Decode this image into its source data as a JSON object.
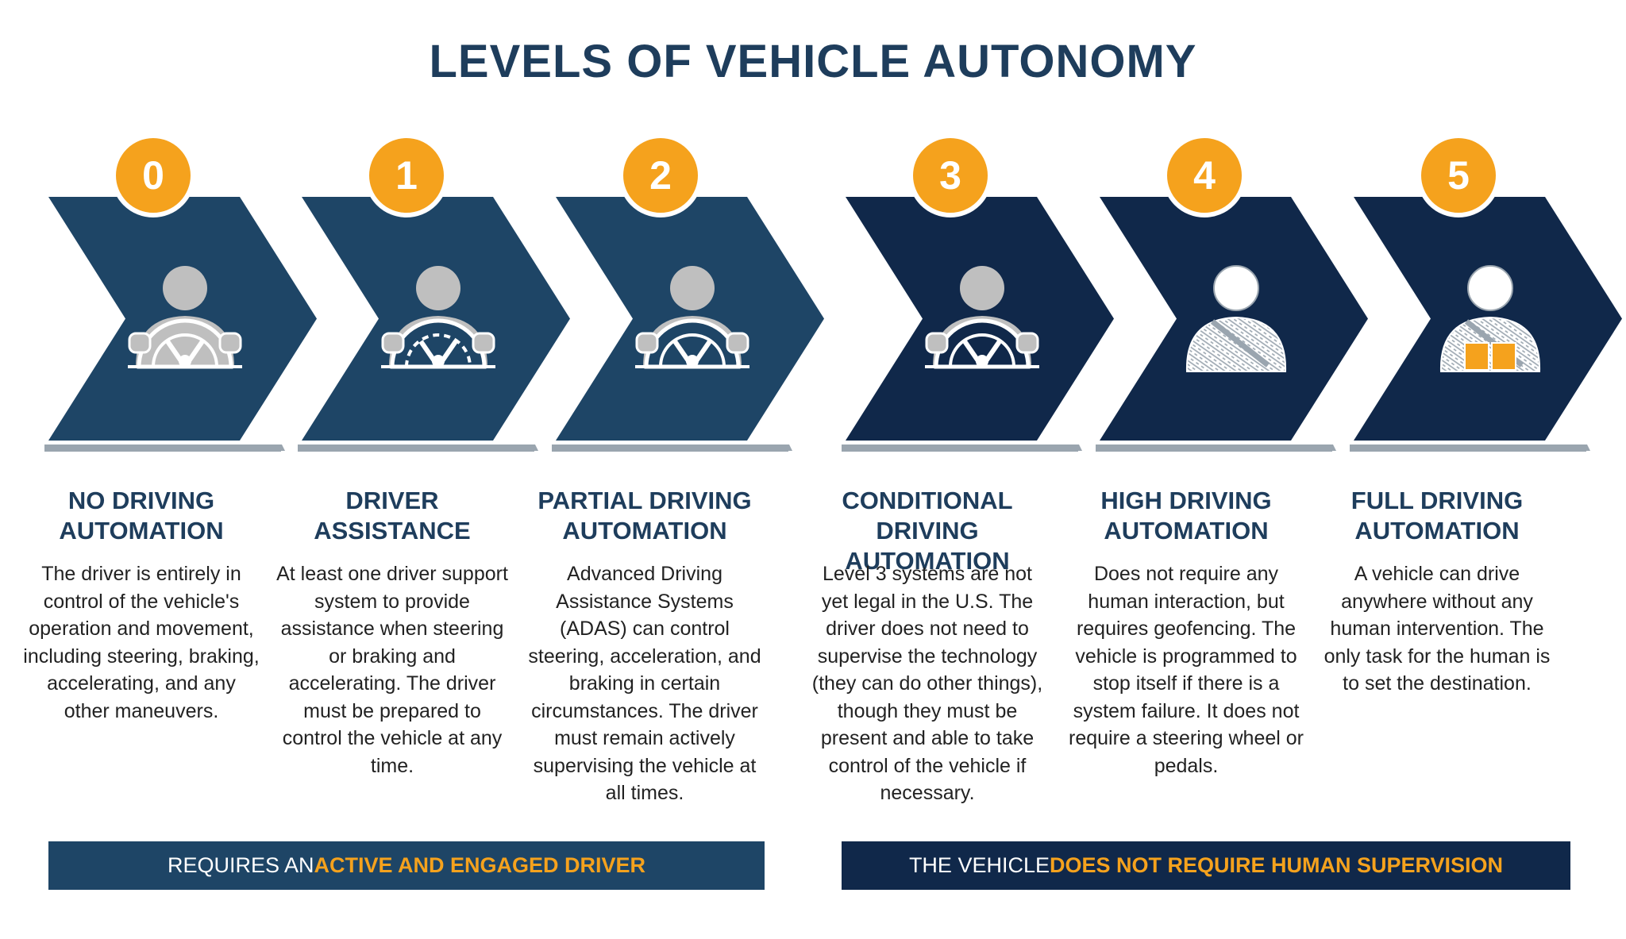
{
  "title": "LEVELS OF VEHICLE AUTONOMY",
  "colors": {
    "light_navy": "#1e4566",
    "dark_navy": "#10284a",
    "orange": "#f5a21d",
    "shadow_gray": "#9aa5af",
    "figure_gray": "#bfbfbf"
  },
  "levels": [
    {
      "number": "0",
      "name": "NO DRIVING\nAUTOMATION",
      "icon": "driver-both-hands-wheel-icon",
      "description": "The driver is entirely in control of the vehicle's operation and movement, including steering, braking, accelerating, and any other maneuvers."
    },
    {
      "number": "1",
      "name": "DRIVER\nASSISTANCE",
      "icon": "driver-wheel-assist-icon",
      "description": "At least one driver support system to provide assistance when steering or braking and accelerating. The driver must be prepared to control the vehicle at any time."
    },
    {
      "number": "2",
      "name": "PARTIAL DRIVING\nAUTOMATION",
      "icon": "driver-wheel-partial-icon",
      "description": "Advanced Driving Assistance Systems (ADAS) can control steering, acceleration, and braking in certain circumstances. The driver must remain actively supervising the vehicle at all times."
    },
    {
      "number": "3",
      "name": "CONDITIONAL\nDRIVING AUTOMATION",
      "icon": "driver-wheel-conditional-icon",
      "description": "Level 3 systems are not yet legal in the U.S. The driver does not need to supervise the technology (they can do other things), though they must be present and able to take control of the vehicle if necessary."
    },
    {
      "number": "4",
      "name": "HIGH DRIVING\nAUTOMATION",
      "icon": "passenger-seatbelt-icon",
      "description": "Does not require any human interaction, but requires geofencing. The vehicle is programmed to stop itself if there is a system failure. It does not require a steering wheel or pedals."
    },
    {
      "number": "5",
      "name": "FULL DRIVING\nAUTOMATION",
      "icon": "passenger-reading-book-icon",
      "description": "A vehicle can drive anywhere without any human intervention. The only task for the human is to set the destination."
    }
  ],
  "banners": [
    {
      "prefix": "REQUIRES AN ",
      "highlight": "ACTIVE AND ENGAGED DRIVER"
    },
    {
      "prefix": "THE VEHICLE ",
      "highlight": "DOES NOT REQUIRE HUMAN SUPERVISION"
    }
  ]
}
